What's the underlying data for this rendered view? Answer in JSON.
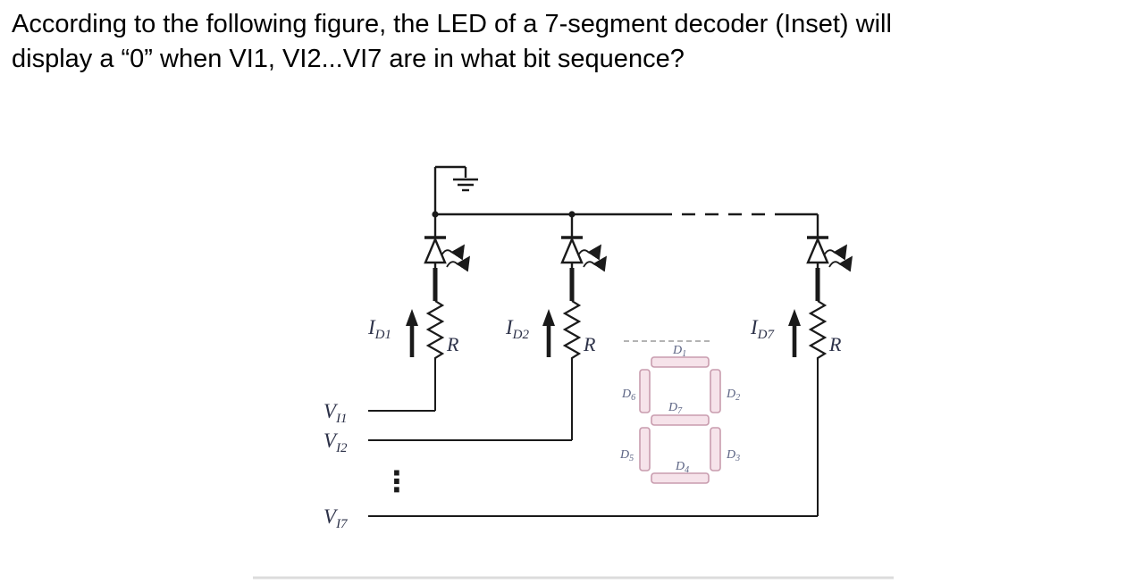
{
  "question": {
    "line1": "According to the following figure, the LED of a 7-segment decoder (Inset) will",
    "line2": "display a “0” when VI1, VI2...VI7 are in what bit sequence?"
  },
  "circuit": {
    "branch1": {
      "current_main": "I",
      "current_sub": "D1",
      "resistor": "R"
    },
    "branch2": {
      "current_main": "I",
      "current_sub": "D2",
      "resistor": "R"
    },
    "branch3": {
      "current_main": "I",
      "current_sub": "D7",
      "resistor": "R"
    },
    "input1": {
      "main": "V",
      "sub": "I1"
    },
    "input2": {
      "main": "V",
      "sub": "I2"
    },
    "input7": {
      "main": "V",
      "sub": "I7"
    },
    "dots": "⋮"
  },
  "display": {
    "seg1": {
      "main": "D",
      "sub": "1"
    },
    "seg2": {
      "main": "D",
      "sub": "2"
    },
    "seg3": {
      "main": "D",
      "sub": "3"
    },
    "seg4": {
      "main": "D",
      "sub": "4"
    },
    "seg5": {
      "main": "D",
      "sub": "5"
    },
    "seg6": {
      "main": "D",
      "sub": "6"
    },
    "seg7": {
      "main": "D",
      "sub": "7"
    }
  },
  "colors": {
    "segment_fill": "#f6e3ea",
    "segment_stroke": "#c89cae",
    "wire": "#1a1a1a",
    "label": "#2c3148"
  }
}
